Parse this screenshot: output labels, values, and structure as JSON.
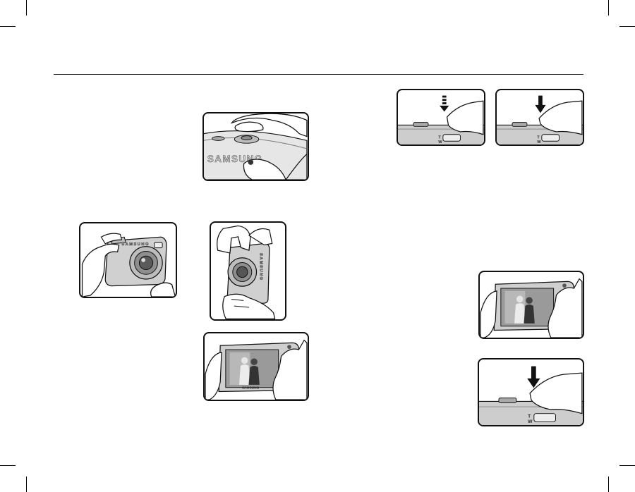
{
  "brand_text": "SAMSUNG",
  "zoom_labels": {
    "tele": "T",
    "wide": "W"
  },
  "figures": [
    {
      "id": "shutter-grip",
      "depicts": "finger on shutter button, other hand holding camera body"
    },
    {
      "id": "hold-landscape",
      "depicts": "holding camera horizontally with both hands"
    },
    {
      "id": "hold-portrait",
      "depicts": "holding camera vertically with both hands"
    },
    {
      "id": "lcd-back-left",
      "depicts": "rear LCD view of camera held in both hands"
    },
    {
      "id": "half-press",
      "depicts": "shutter half-press (dashed arrow)"
    },
    {
      "id": "full-press",
      "depicts": "shutter full-press (solid arrow)"
    },
    {
      "id": "lcd-back-right",
      "depicts": "rear LCD view of camera held in both hands"
    },
    {
      "id": "full-press-large",
      "depicts": "shutter full-press (solid arrow)"
    }
  ],
  "colors": {
    "line": "#111111",
    "body": "#c9c9c9",
    "shade": "#9a9a9a",
    "dark": "#555555"
  }
}
